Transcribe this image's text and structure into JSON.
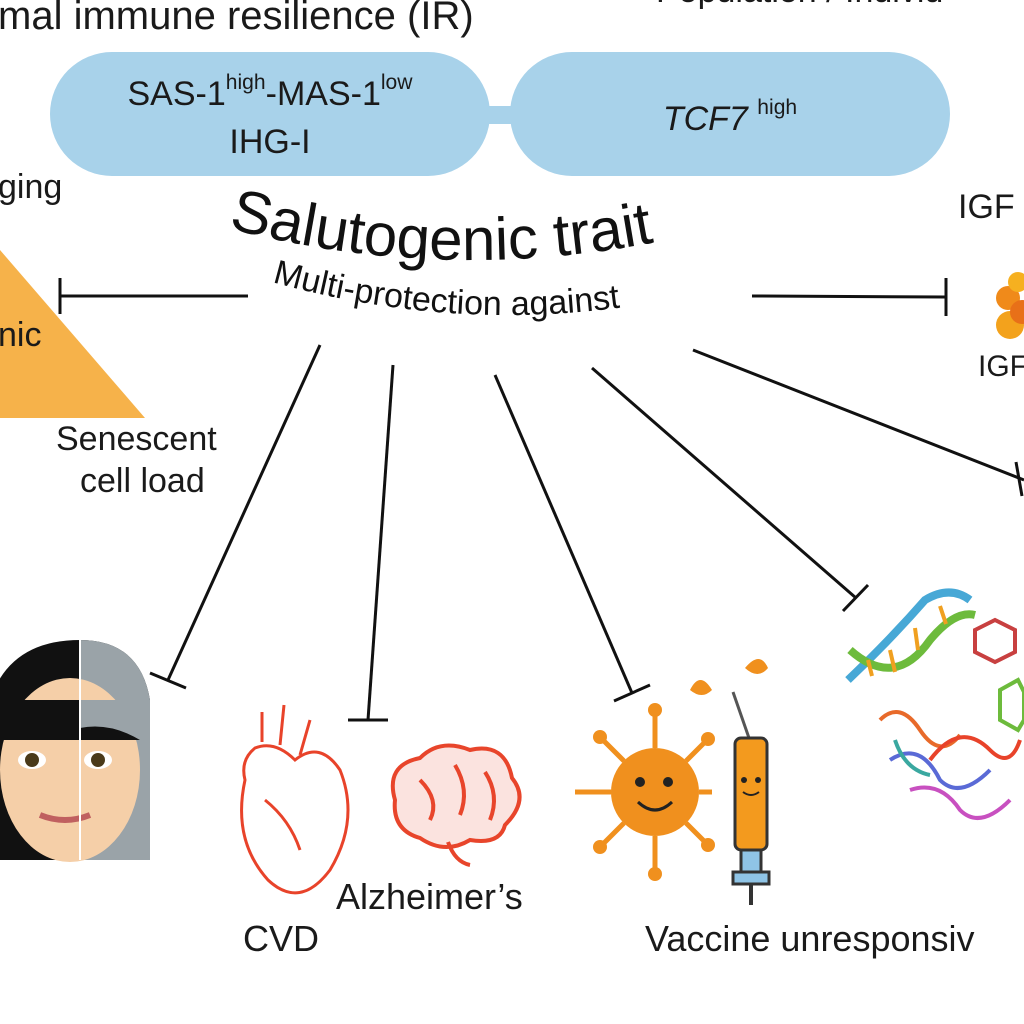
{
  "header": {
    "title": "mal immune resilience (IR)",
    "right_text": "Population / Individ"
  },
  "pills": {
    "left_line1_a": "SAS-1",
    "left_line1_sup_a": "high",
    "left_line1_b": "-MAS-1",
    "left_line1_sup_b": "low",
    "left_line2": "IHG-I",
    "right_main": "TCF7",
    "right_sup": "high"
  },
  "center": {
    "trait_title": "Salutogenic trait",
    "subtitle": "Multi-protection against"
  },
  "labels": {
    "aging": "ging",
    "inflammatory_fragment": "nic",
    "senescent_line1": "Senescent",
    "senescent_line2": "cell load",
    "igf_top": "IGF s",
    "igf_bottom": "IGF",
    "cvd": "CVD",
    "alzheimers": "Alzheimer’s",
    "vaccine": "Vaccine unresponsiv"
  },
  "colors": {
    "pill": "#a8d2ea",
    "triangle": "#f6b24a",
    "heart": "#e8432a",
    "brain": "#e8452b",
    "virus": "#f0901e",
    "syringe": "#f39a1e"
  },
  "icons": [
    "aging-face-icon",
    "heart-icon",
    "brain-icon",
    "virus-icon",
    "syringe-icon",
    "dna-molecules-icon",
    "igf-molecule-icon"
  ]
}
